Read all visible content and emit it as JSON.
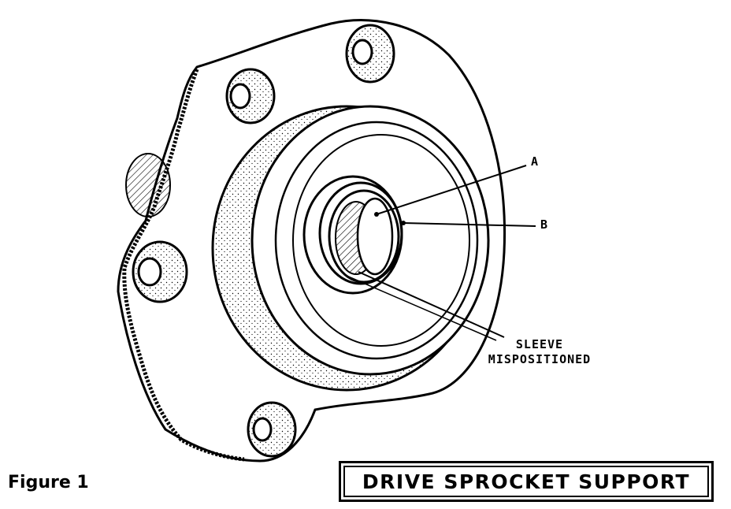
{
  "diagram": {
    "callouts": {
      "a": "A",
      "b": "B",
      "sleeve_line1": "SLEEVE",
      "sleeve_line2": "MISPOSITIONED"
    },
    "caption": "Figure 1",
    "title": "DRIVE SPROCKET SUPPORT"
  }
}
